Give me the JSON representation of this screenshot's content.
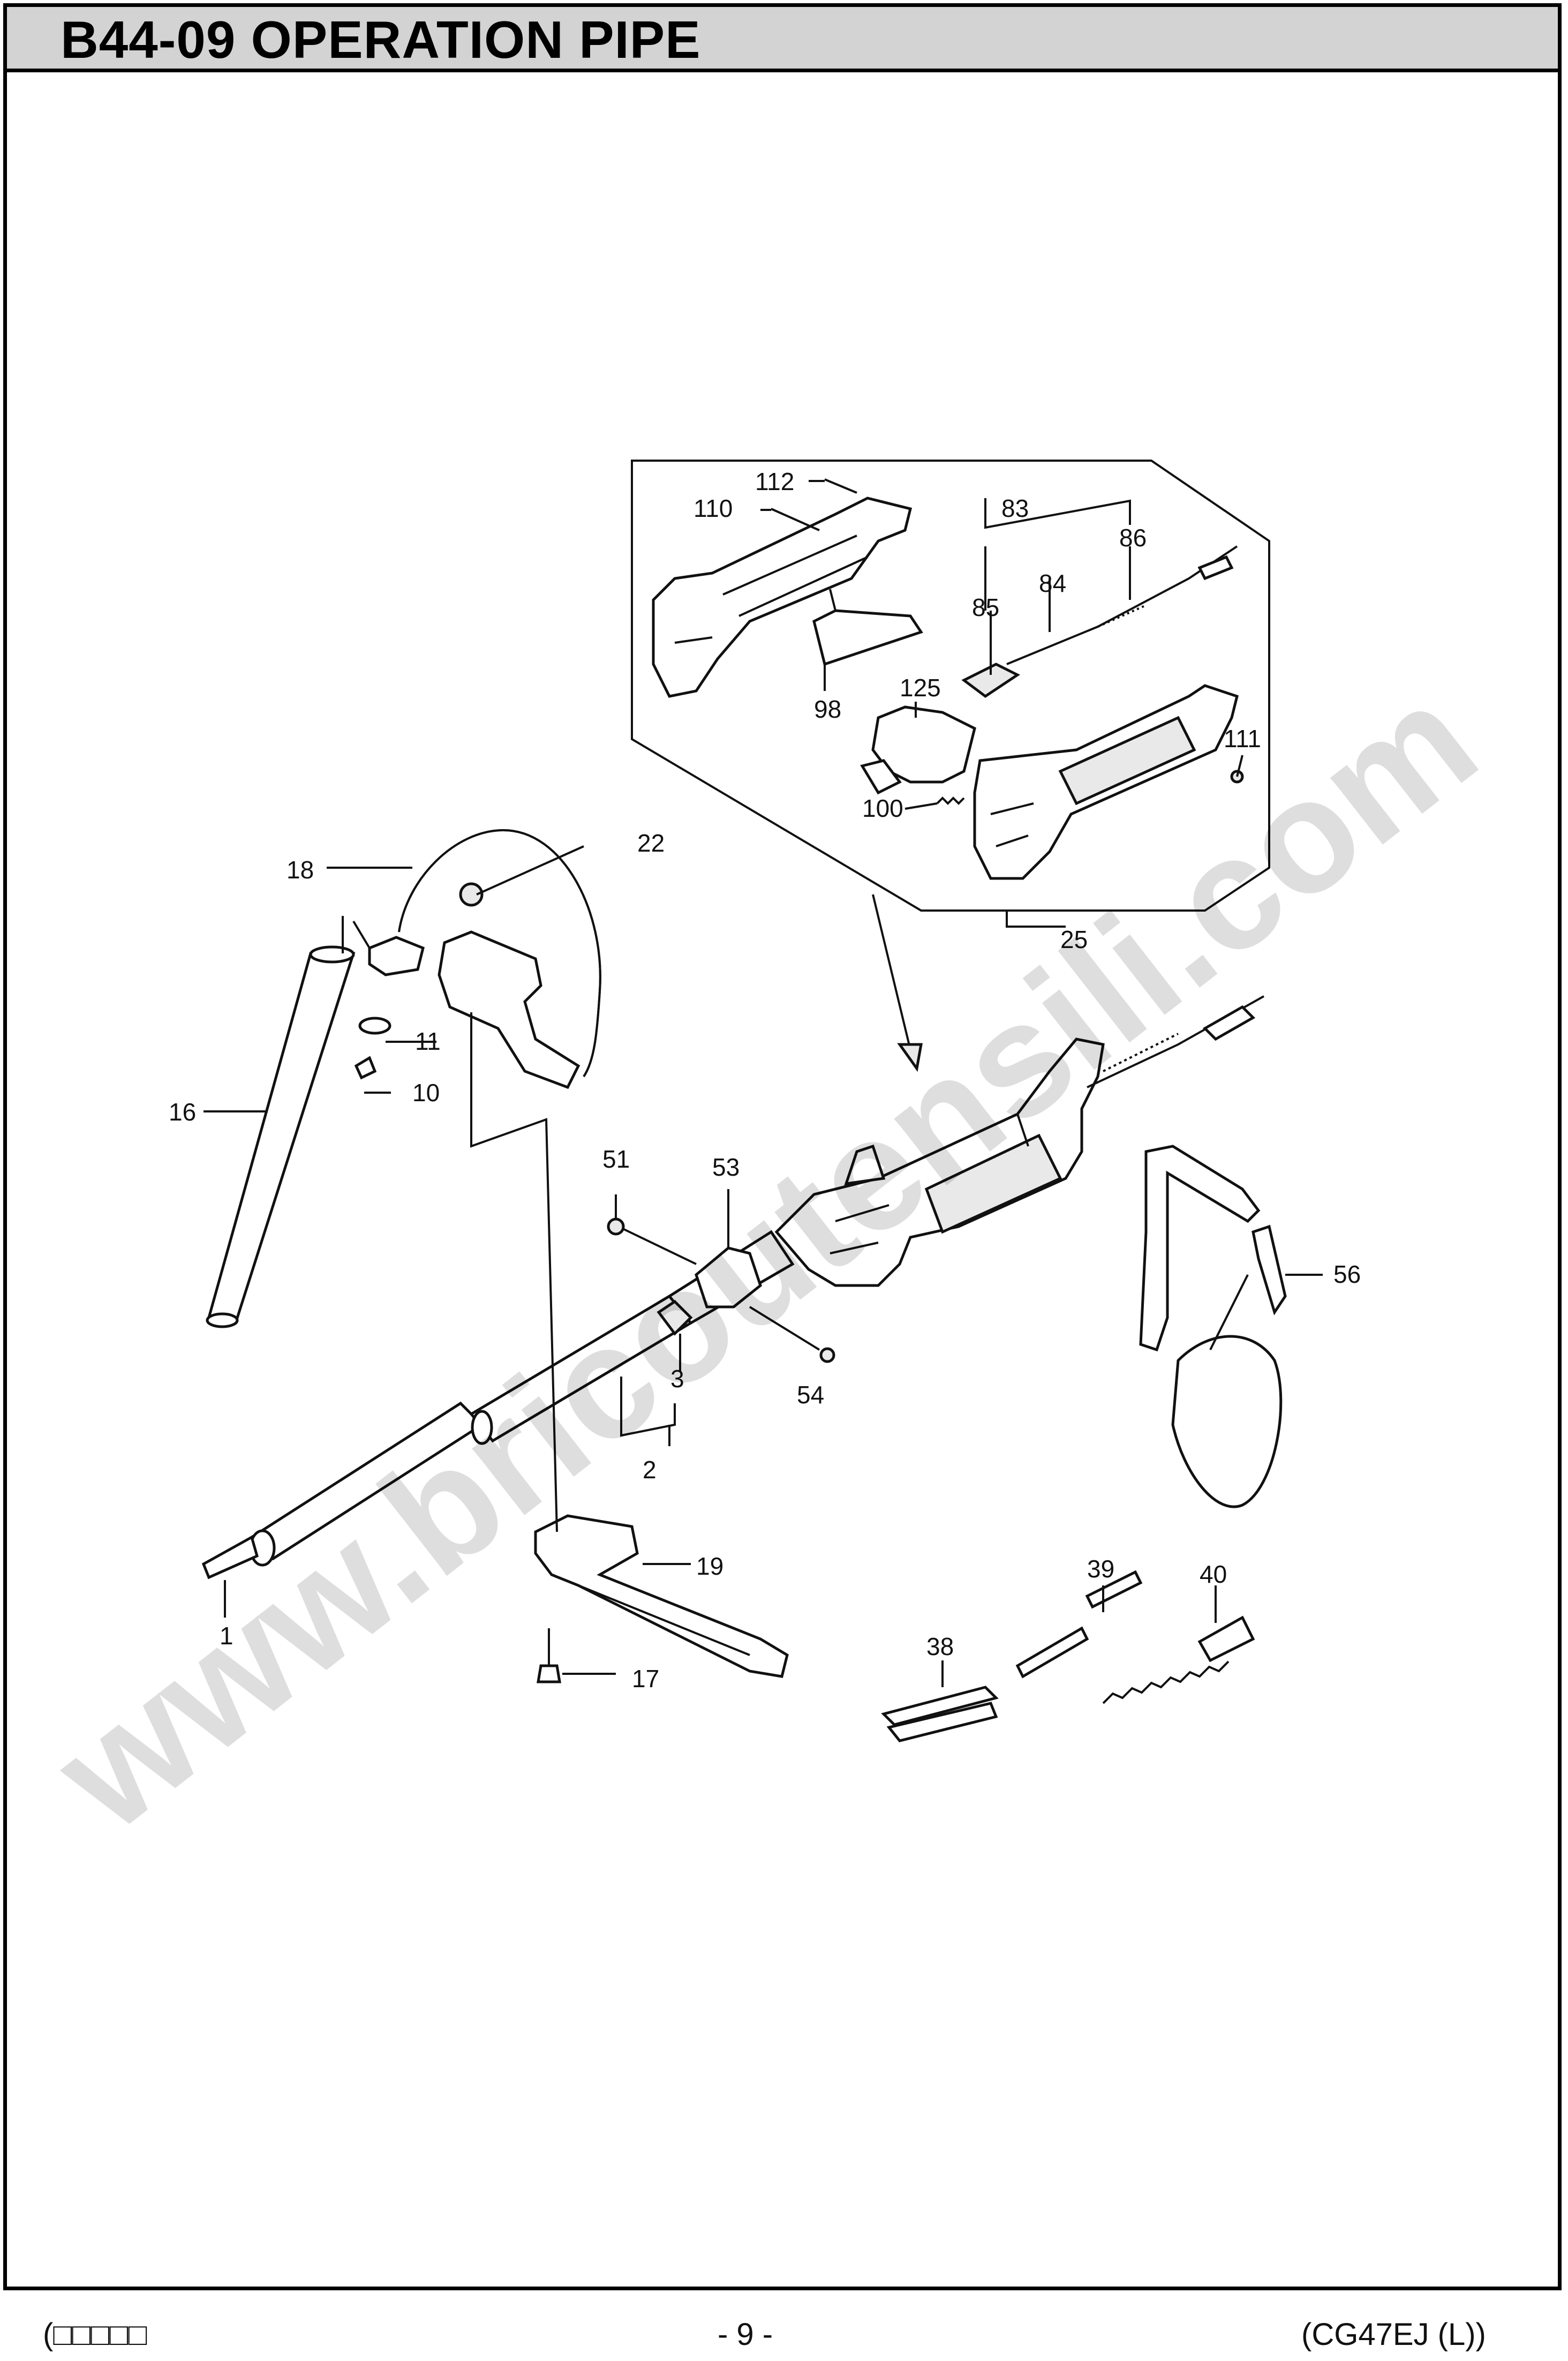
{
  "title": "B44-09 OPERATION PIPE",
  "watermark": "www.bricoutensili.com",
  "footer": {
    "left": "(□□□□□",
    "center": "- 9 -",
    "right": "(CG47EJ (L))"
  },
  "part_labels": {
    "p1": "1",
    "p2": "2",
    "p3": "3",
    "p10": "10",
    "p11": "11",
    "p16": "16",
    "p17": "17",
    "p18": "18",
    "p19": "19",
    "p22": "22",
    "p25": "25",
    "p38": "38",
    "p39": "39",
    "p40": "40",
    "p51": "51",
    "p53": "53",
    "p54": "54",
    "p56": "56",
    "p83": "83",
    "p84": "84",
    "p85": "85",
    "p86": "86",
    "p98": "98",
    "p100": "100",
    "p110": "110",
    "p111": "111",
    "p112": "112",
    "p125": "125"
  }
}
